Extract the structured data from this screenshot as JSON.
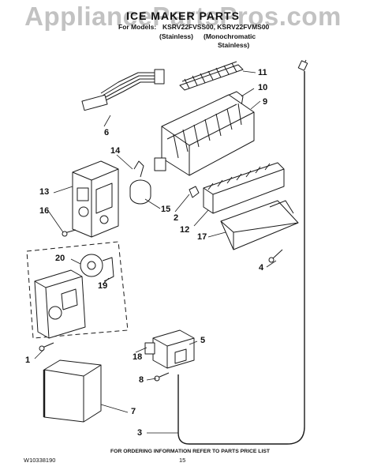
{
  "header": {
    "watermark": "AppliancePartsPros.com",
    "title": "ICE MAKER PARTS",
    "for_models_label": "For Models:",
    "models": "KSRV22FVSS00, KSRV22FVMS00",
    "variant_1": "(Stainless)",
    "variant_2": "(Monochromatic",
    "variant_2_cont": "Stainless)"
  },
  "callouts": [
    "1",
    "2",
    "3",
    "4",
    "5",
    "6",
    "7",
    "8",
    "9",
    "10",
    "11",
    "12",
    "13",
    "14",
    "15",
    "16",
    "17",
    "18",
    "19",
    "20"
  ],
  "footer": {
    "doc_number": "W10338190",
    "page_number": "15",
    "note": "FOR ORDERING INFORMATION REFER TO PARTS PRICE LIST"
  },
  "colors": {
    "line": "#1a1a1a",
    "part_fill": "#ffffff",
    "shade": "#9a9a9a",
    "dark": "#4a4a4a",
    "watermark": "#b8b8b8"
  }
}
